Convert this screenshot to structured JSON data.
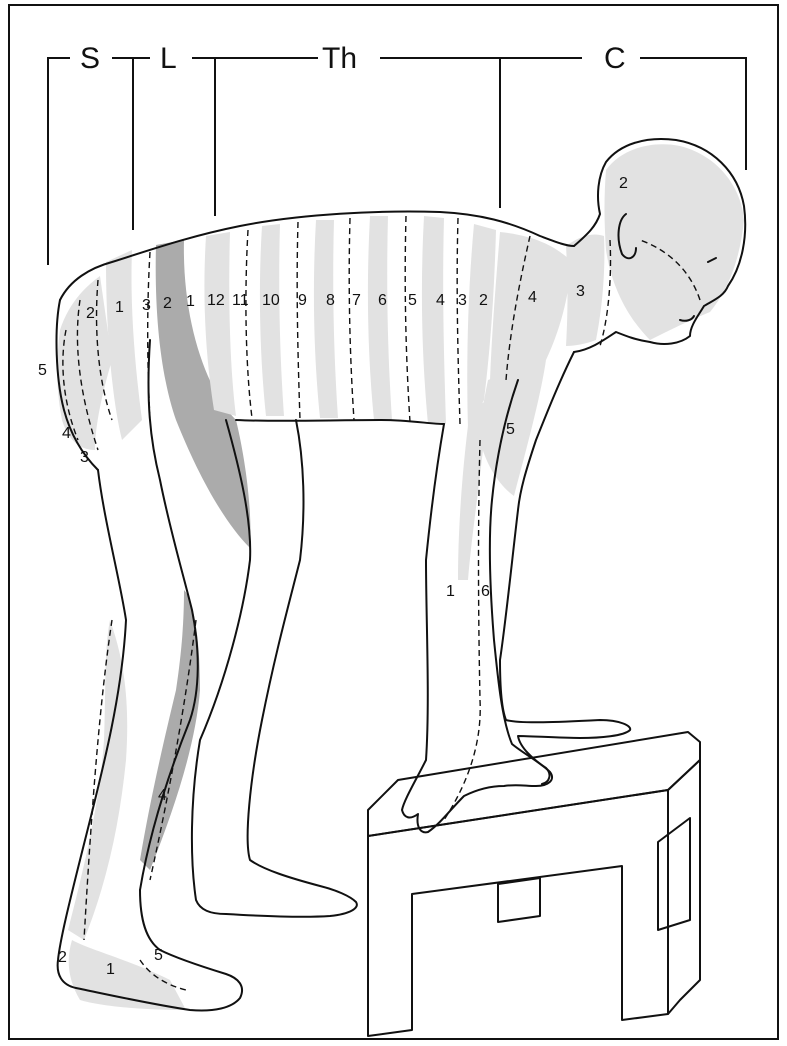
{
  "colors": {
    "outline": "#111111",
    "background": "#ffffff",
    "light_band": "#e2e2e2",
    "dark_band": "#ababab"
  },
  "regions": {
    "sacral": "S",
    "lumbar": "L",
    "thoracic": "Th",
    "cervical": "C"
  },
  "labels": {
    "head_c2": "2",
    "neck_c3": "3",
    "shoulder_c4": "4",
    "arm_c5": "5",
    "forearm_t1": "1",
    "forearm_c6": "6",
    "sacral_s5": "5",
    "sacral_s4": "4",
    "sacral_s3": "3",
    "sacral_s2": "2",
    "sacral_s1": "1",
    "lumbar_l3": "3",
    "lumbar_l2": "2",
    "lumbar_l1": "1",
    "th12": "12",
    "th11": "11",
    "th10": "10",
    "th9": "9",
    "th8": "8",
    "th7": "7",
    "th6": "6",
    "th5": "5",
    "th4": "4",
    "th3": "3",
    "th2": "2",
    "shin_l4": "4",
    "foot_s2": "2",
    "foot_s1": "1",
    "foot_l5": "5"
  }
}
